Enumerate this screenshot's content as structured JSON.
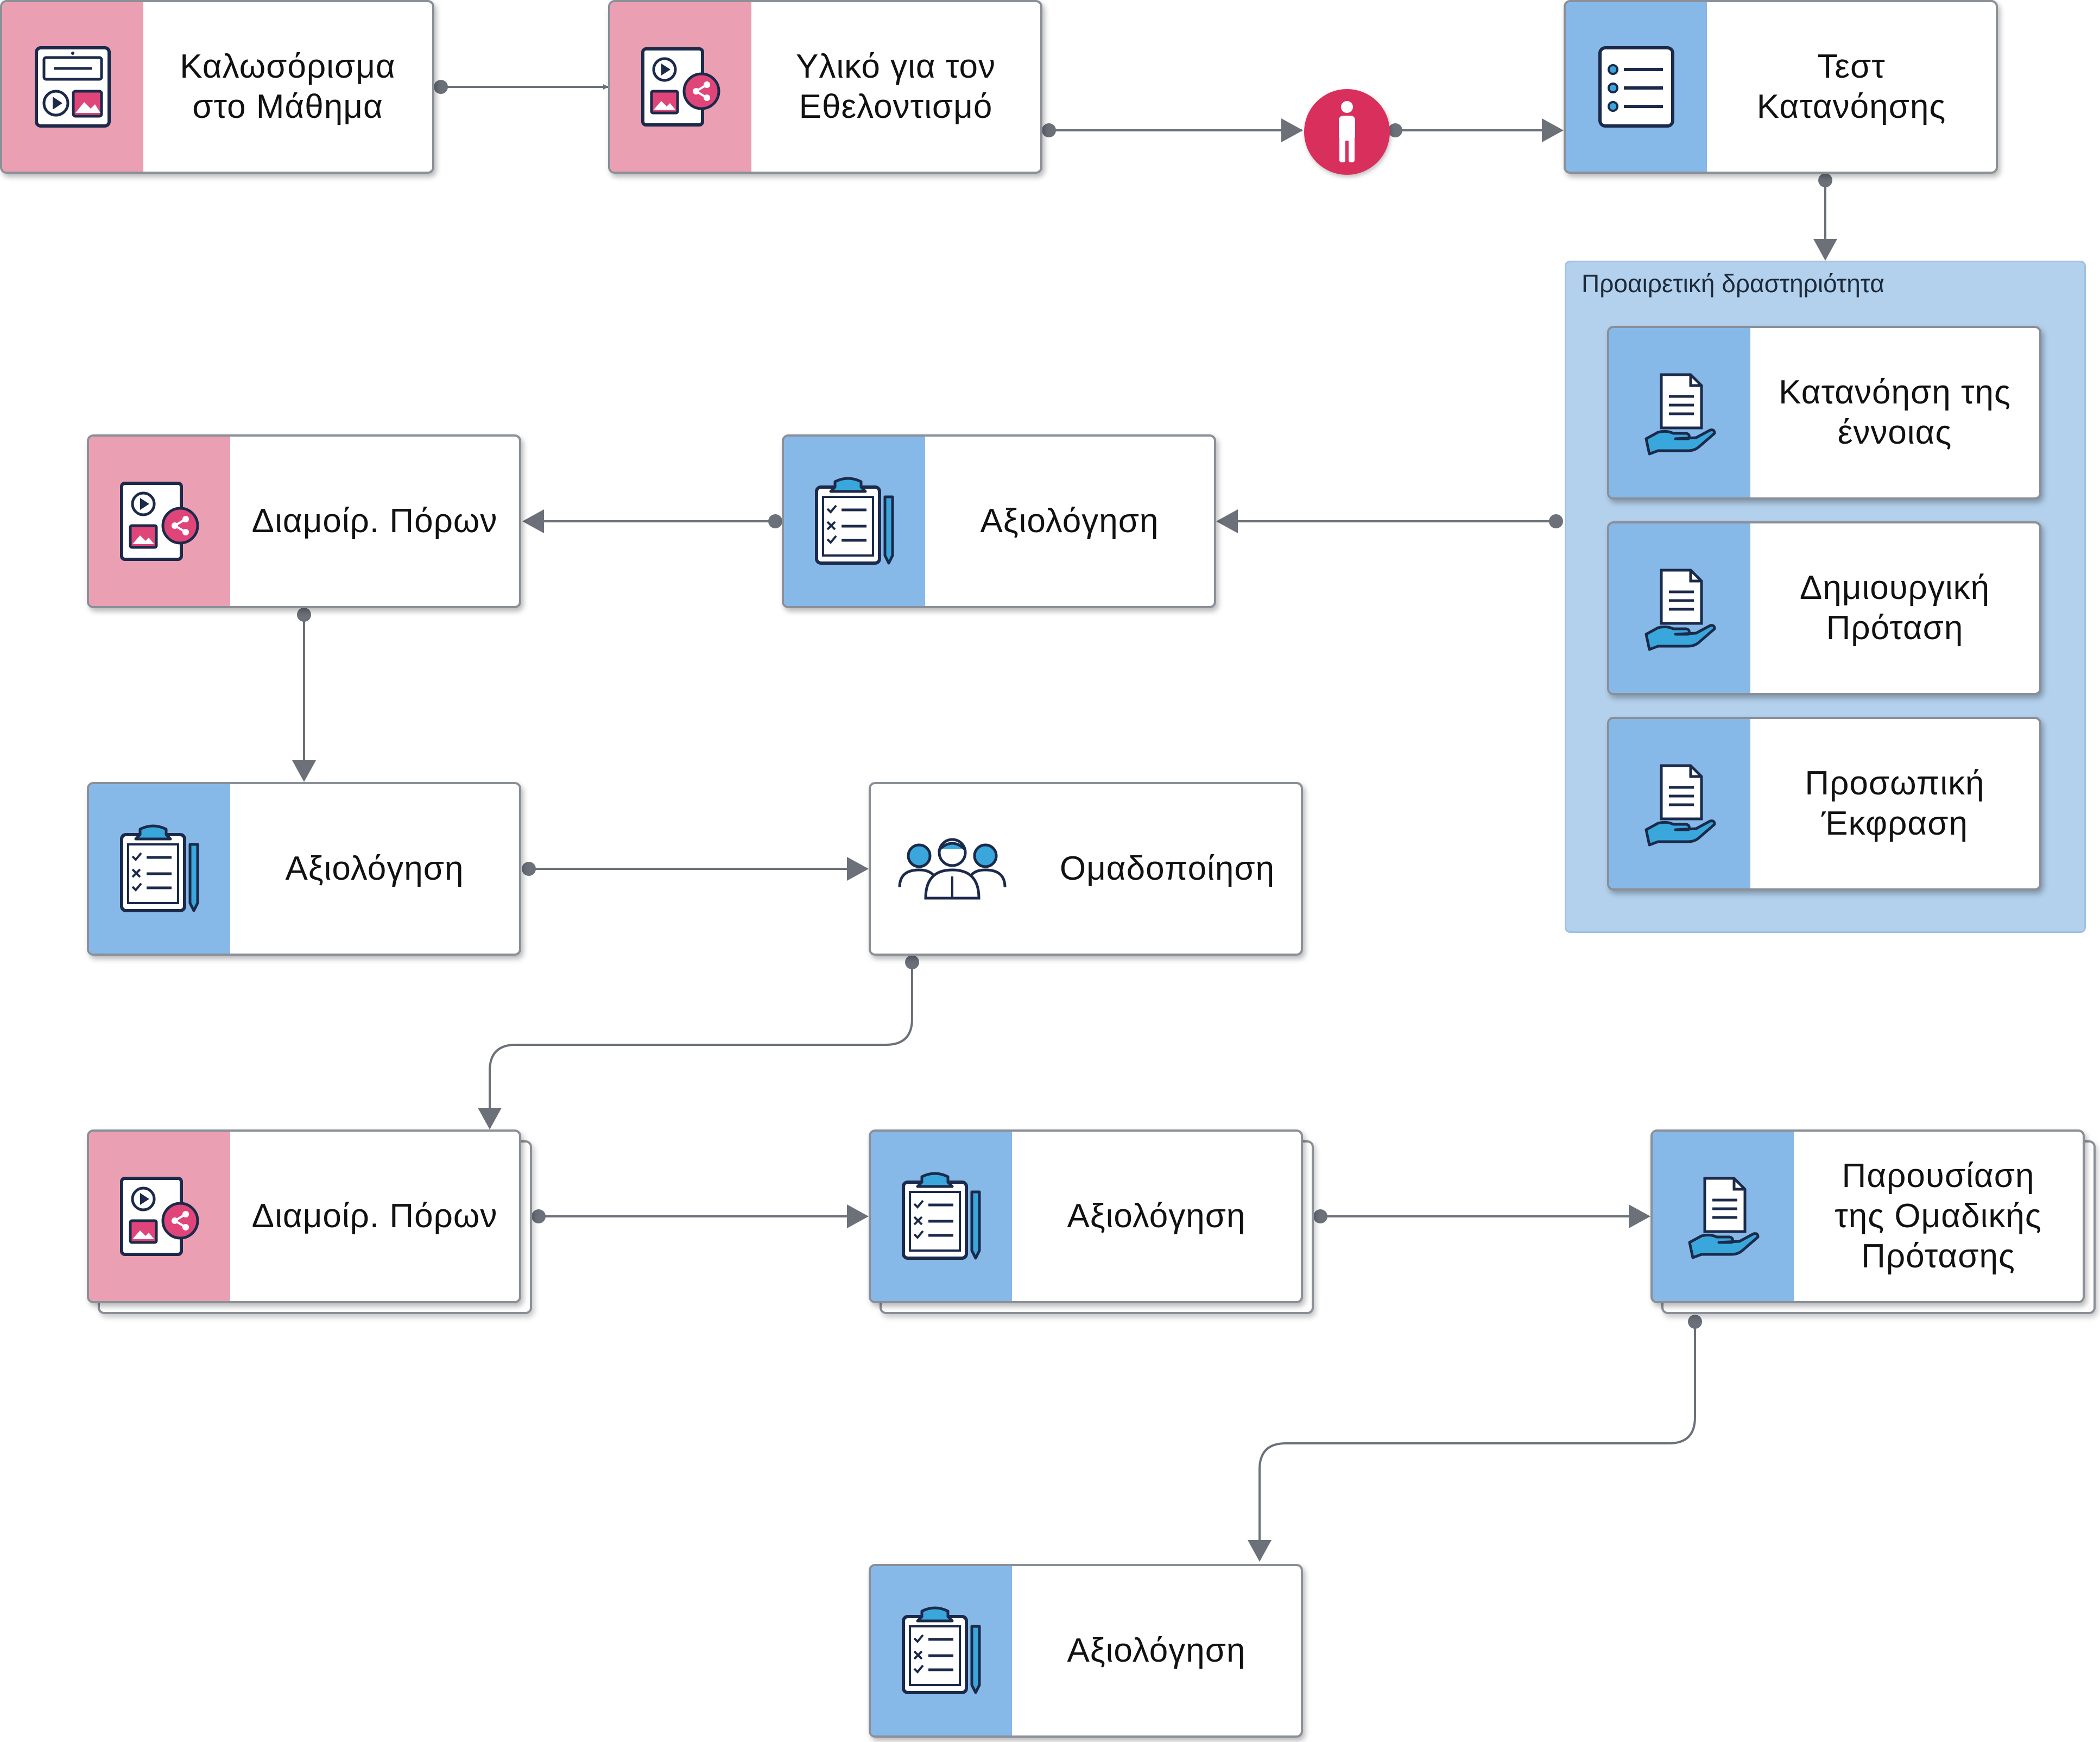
{
  "colors": {
    "pink_strip": "#eaa0b2",
    "blue_strip": "#86b8e8",
    "group_bg": "#b3d0ec",
    "milestone": "#d92f5c",
    "connector": "#6b7079",
    "icon_stroke": "#1b2a4a",
    "icon_accent_pink": "#e0457a",
    "icon_accent_blue": "#3aa7dc"
  },
  "nodes": {
    "welcome": {
      "label": "Καλωσόρισμα\nστο Μάθημα",
      "icon": "presentation-media-icon"
    },
    "volunteer_material": {
      "label": "Υλικό για τον\nΕθελοντισμό",
      "icon": "media-share-icon"
    },
    "milestone": {
      "icon": "person-icon"
    },
    "comprehension_test": {
      "label": "Τεστ\nΚατανόησης",
      "icon": "checklist-icon"
    },
    "optional_group": {
      "title": "Προαιρετική δραστηριότητα",
      "items": [
        {
          "label": "Κατανόηση της\nέννοιας",
          "icon": "document-hand-icon"
        },
        {
          "label": "Δημιουργική\nΠρόταση",
          "icon": "document-hand-icon"
        },
        {
          "label": "Προσωπική\nΈκφραση",
          "icon": "document-hand-icon"
        }
      ]
    },
    "assessment_1": {
      "label": "Αξιολόγηση",
      "icon": "clipboard-icon"
    },
    "resources_1": {
      "label": "Διαμοίρ. Πόρων",
      "icon": "media-share-icon"
    },
    "assessment_2": {
      "label": "Αξιολόγηση",
      "icon": "clipboard-icon"
    },
    "grouping": {
      "label": "Ομαδοποίηση",
      "icon": "group-users-icon"
    },
    "resources_2": {
      "label": "Διαμοίρ. Πόρων",
      "icon": "media-share-icon"
    },
    "assessment_3": {
      "label": "Αξιολόγηση",
      "icon": "clipboard-icon"
    },
    "group_presentation": {
      "label": "Παρουσίαση\nτης Ομαδικής\nΠρότασης",
      "icon": "document-hand-icon"
    },
    "assessment_4": {
      "label": "Αξιολόγηση",
      "icon": "clipboard-icon"
    }
  }
}
